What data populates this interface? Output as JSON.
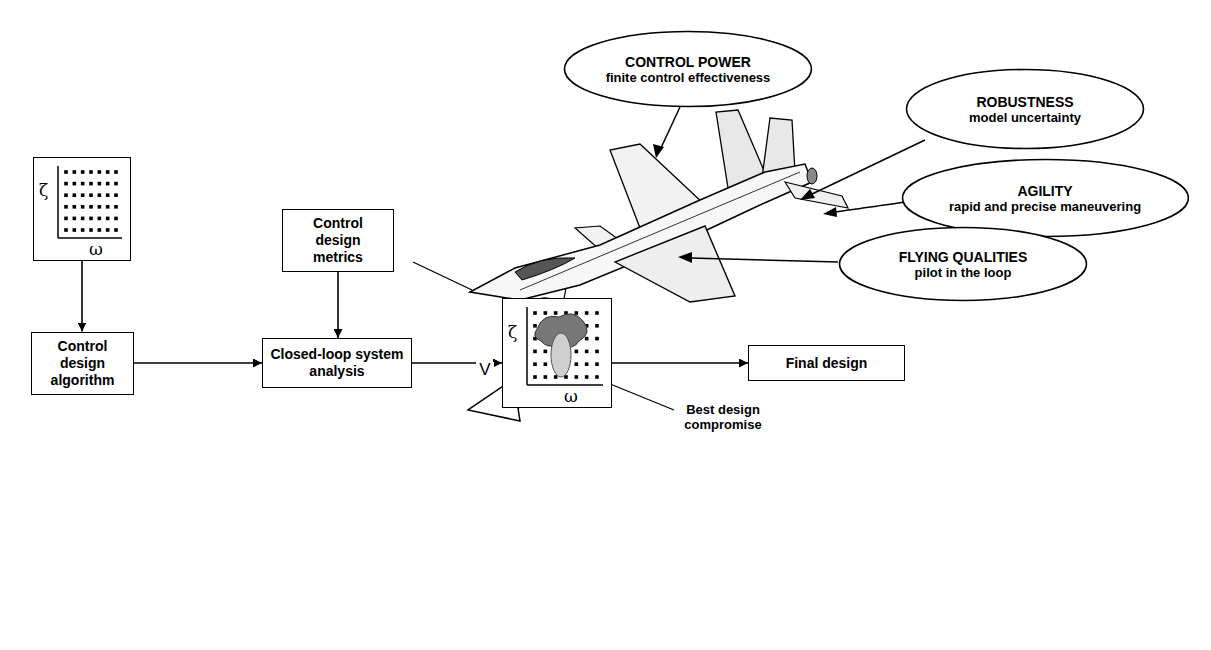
{
  "diagram": {
    "nodes": [
      {
        "text": [
          "CONTROL POWER",
          "finite control effectiveness"
        ]
      },
      {
        "text": [
          "ROBUSTNESS",
          "model uncertainty"
        ]
      },
      {
        "text": [
          "AGILITY",
          "rapid and precise maneuvering"
        ]
      },
      {
        "text": [
          "FLYING QUALITIES",
          "pilot in the loop"
        ]
      },
      {
        "text": [
          "ζ",
          "ω"
        ]
      },
      {
        "text": [
          "Control design algorithm"
        ]
      },
      {
        "text": [
          "Control design metrics"
        ]
      },
      {
        "text": [
          "Closed-loop system analysis"
        ]
      },
      {
        "text": [
          "ζ",
          "ω"
        ]
      },
      {
        "text": [
          "Final design"
        ]
      }
    ],
    "edges": [
      {
        "from": 4,
        "to": 5,
        "arrow": "to"
      },
      {
        "from": 5,
        "to": 7,
        "arrow": "to"
      },
      {
        "from": 6,
        "to": 7,
        "arrow": "to"
      },
      {
        "from": 7,
        "to": 8,
        "arrow": "to"
      },
      {
        "from": 8,
        "to": 9,
        "arrow": "to"
      }
    ],
    "labels": [
      "V",
      "Best design compromise"
    ]
  }
}
